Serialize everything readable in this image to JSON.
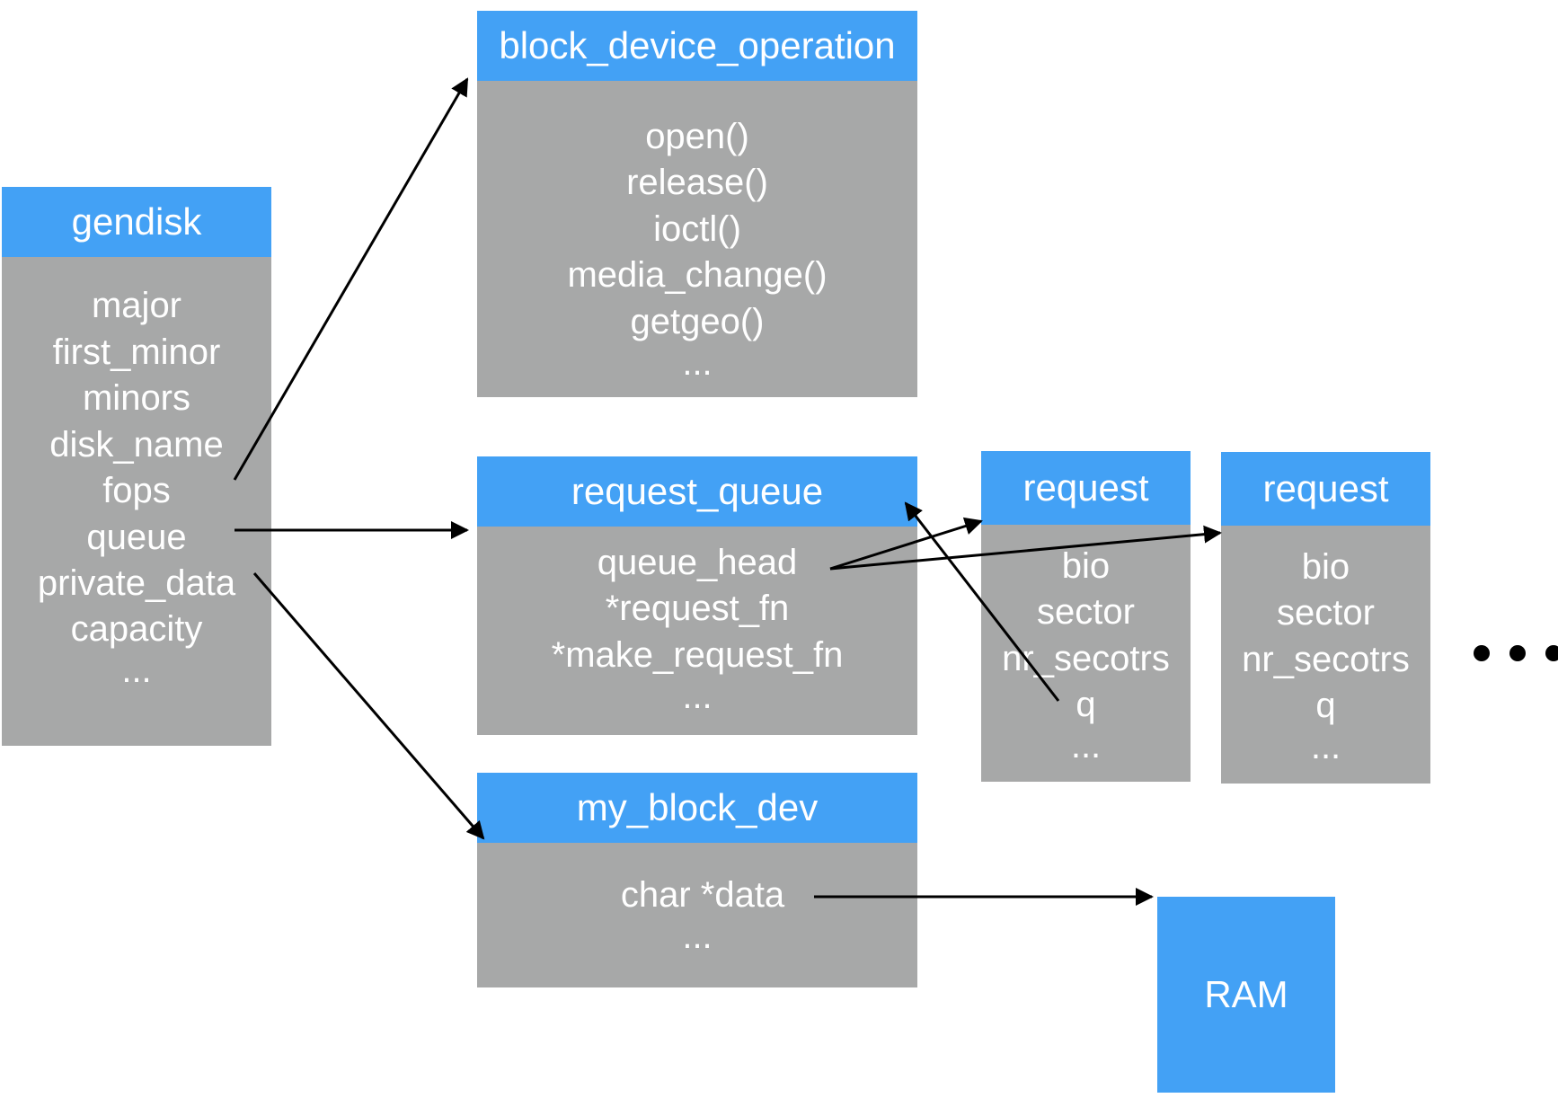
{
  "gendisk": {
    "title": "gendisk",
    "fields": [
      "major",
      "first_minor",
      "minors",
      "disk_name",
      "fops",
      "queue",
      "private_data",
      "capacity",
      "..."
    ]
  },
  "block_device_operation": {
    "title": "block_device_operation",
    "fields": [
      "open()",
      "release()",
      "ioctl()",
      "media_change()",
      "getgeo()",
      "..."
    ]
  },
  "request_queue": {
    "title": "request_queue",
    "fields": [
      "queue_head",
      "*request_fn",
      "*make_request_fn",
      "..."
    ]
  },
  "request1": {
    "title": "request",
    "fields": [
      "bio",
      "sector",
      "nr_secotrs",
      "q",
      "..."
    ]
  },
  "request2": {
    "title": "request",
    "fields": [
      "bio",
      "sector",
      "nr_secotrs",
      "q",
      "..."
    ]
  },
  "my_block_dev": {
    "title": "my_block_dev",
    "fields": [
      "char *data",
      "..."
    ]
  },
  "ram": {
    "label": "RAM"
  },
  "colors": {
    "header": "#43a1f5",
    "body": "#a7a8a8",
    "text": "#ffffff",
    "arrow": "#000000"
  }
}
